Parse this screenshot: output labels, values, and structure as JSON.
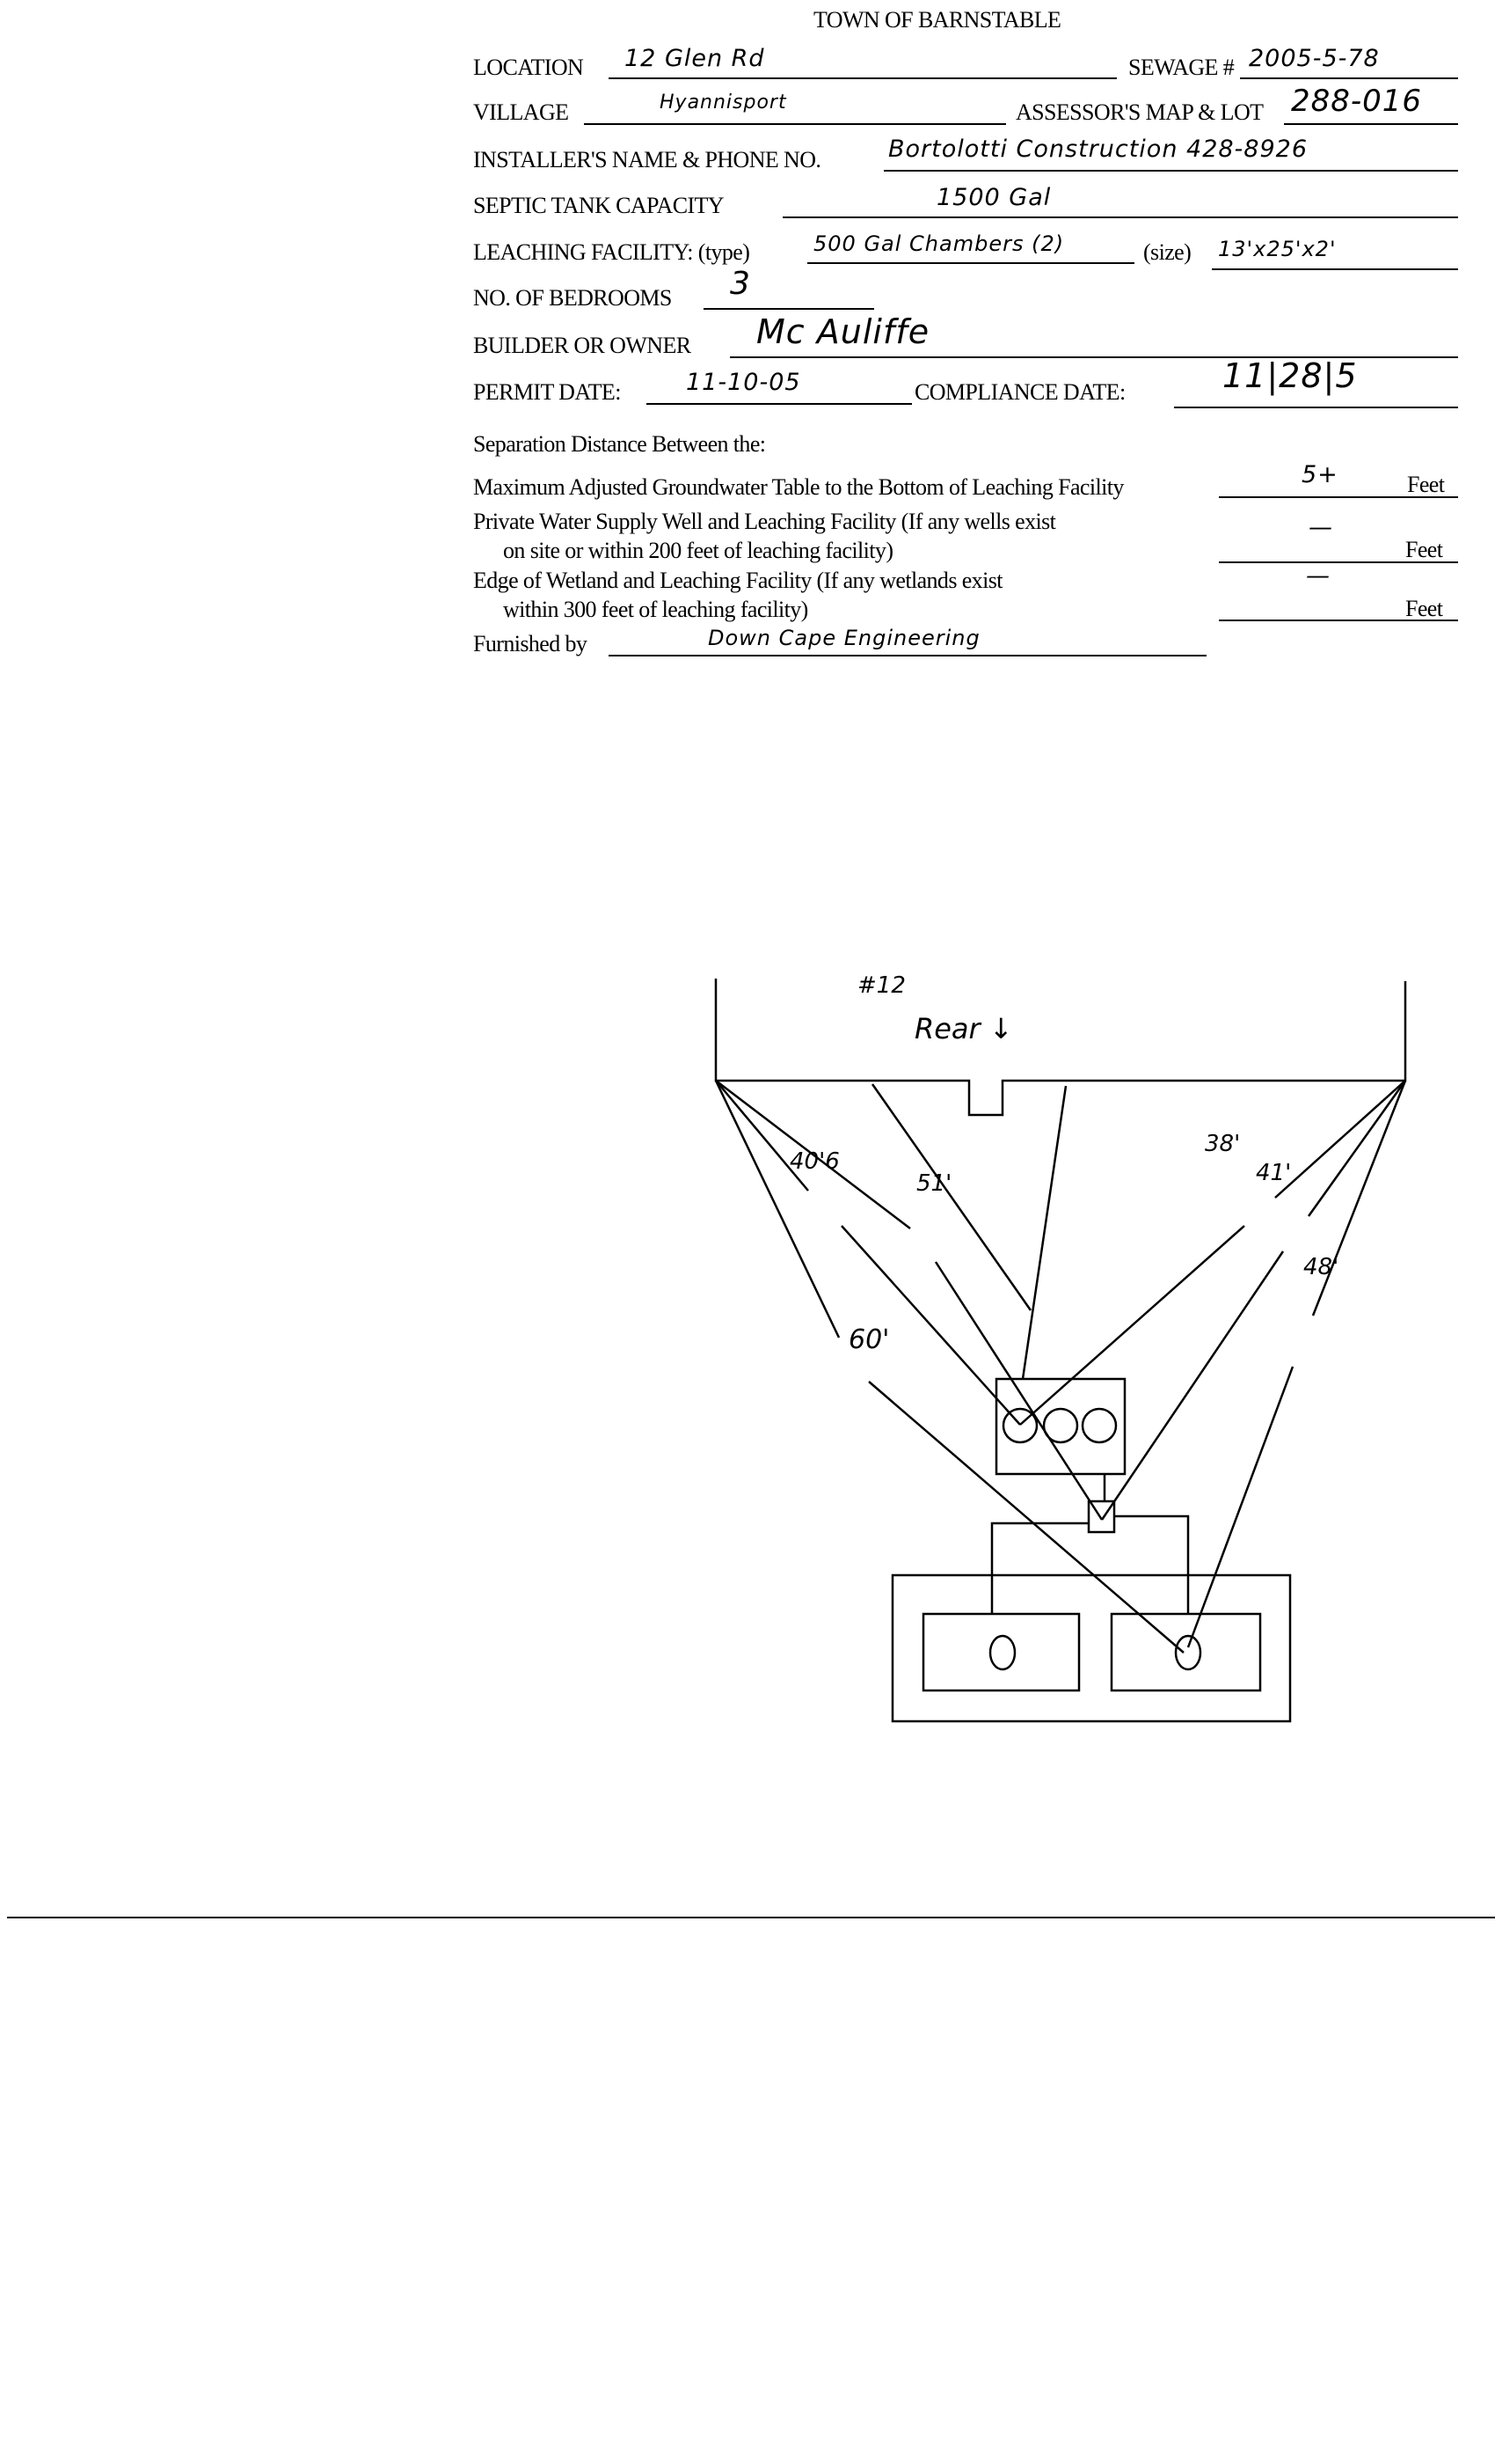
{
  "title": "TOWN OF BARNSTABLE",
  "fields": {
    "location": {
      "label": "LOCATION",
      "value": "12 Glen Rd"
    },
    "sewage": {
      "label": "SEWAGE #",
      "value": "2005-5-78"
    },
    "village": {
      "label": "VILLAGE",
      "value": "Hyannisport"
    },
    "map_lot": {
      "label": "ASSESSOR'S MAP & LOT",
      "value": "288-016"
    },
    "installer": {
      "label": "INSTALLER'S NAME & PHONE NO.",
      "value": "Bortolotti Construction   428-8926"
    },
    "septic": {
      "label": "SEPTIC TANK CAPACITY",
      "value": "1500 Gal"
    },
    "leaching_type": {
      "label": "LEACHING FACILITY: (type)",
      "value": "500 Gal Chambers (2)"
    },
    "leaching_size": {
      "label": "(size)",
      "value": "13'x25'x2'"
    },
    "bedrooms": {
      "label": "NO. OF BEDROOMS",
      "value": "3"
    },
    "owner": {
      "label": "BUILDER OR OWNER",
      "value": "Mc Auliffe"
    },
    "permit_date": {
      "label": "PERMIT DATE:",
      "value": "11-10-05"
    },
    "compliance_date": {
      "label": "COMPLIANCE DATE:",
      "value": "11|28|5"
    }
  },
  "separation": {
    "heading": "Separation Distance Between the:",
    "rows": [
      {
        "line1": "Maximum Adjusted Groundwater Table to the Bottom of Leaching Facility",
        "line2": "",
        "value": "5+",
        "unit": "Feet"
      },
      {
        "line1": "Private Water Supply Well and Leaching Facility  (If any wells exist",
        "line2": "on site or within 200 feet of leaching facility)",
        "value": "—",
        "unit": "Feet"
      },
      {
        "line1": "Edge of Wetland and Leaching Facility (If any wetlands exist",
        "line2": "within 300 feet of leaching facility)",
        "value": "—",
        "unit": "Feet"
      }
    ],
    "furnished_label": "Furnished by",
    "furnished_value": "Down Cape Engineering"
  },
  "diagram": {
    "house_label": "#12",
    "rear_label": "Rear ↓",
    "distances": [
      "40'6",
      "51'",
      "60'",
      "38'",
      "41'",
      "48'"
    ]
  }
}
